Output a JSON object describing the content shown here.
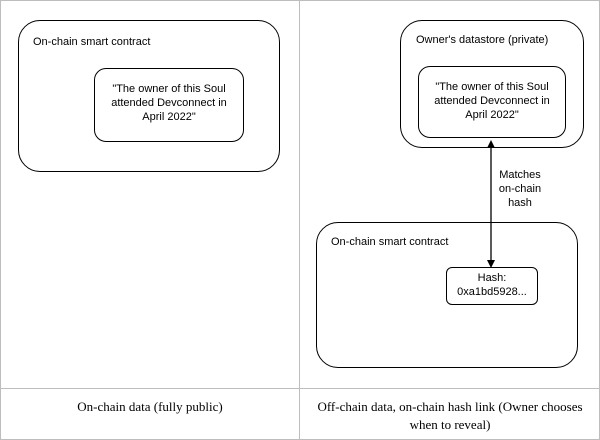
{
  "left_panel": {
    "container_label": "On-chain smart contract",
    "statement": "\"The owner of this Soul attended Devconnect in April 2022\""
  },
  "right_panel": {
    "datastore_label": "Owner's datastore (private)",
    "statement": "\"The owner of this Soul attended Devconnect in April 2022\"",
    "arrow_label": "Matches on-chain hash",
    "container_label": "On-chain smart contract",
    "hash_label": "Hash:",
    "hash_value": "0xa1bd5928..."
  },
  "captions": {
    "left": "On-chain data (fully public)",
    "right": "Off-chain data, on-chain hash link (Owner chooses when to reveal)"
  }
}
